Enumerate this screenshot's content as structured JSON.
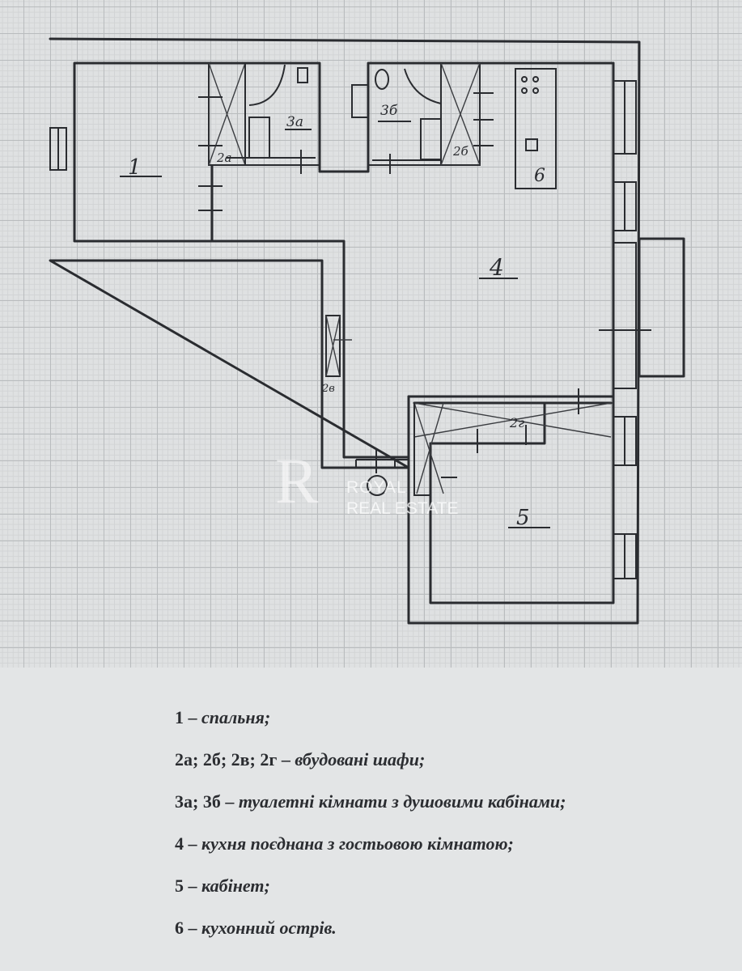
{
  "plan": {
    "room_labels": {
      "r1": "1",
      "r2a": "2а",
      "r3a": "3а",
      "r3b": "3б",
      "r2b": "2б",
      "r6": "6",
      "r4": "4",
      "r2v": "2в",
      "r2g": "2г",
      "r5": "5"
    }
  },
  "watermark": {
    "line1": "ROYAL",
    "line2": "REAL ESTATE",
    "logo_letter": "R"
  },
  "legend": [
    {
      "key": "1",
      "text": "спальня;"
    },
    {
      "key": "2а; 2б; 2в; 2г",
      "text": "вбудовані шафи;"
    },
    {
      "key": "3а; 3б",
      "text": "туалетні кімнати з душовими кабінами;"
    },
    {
      "key": "4",
      "text": "кухня поєднана з гостьовою кімнатою;"
    },
    {
      "key": "5",
      "text": "кабінет;"
    },
    {
      "key": "6",
      "text": "кухонний острів."
    }
  ],
  "colors": {
    "ink": "#2a2c30",
    "paper": "#dfe1e2"
  }
}
